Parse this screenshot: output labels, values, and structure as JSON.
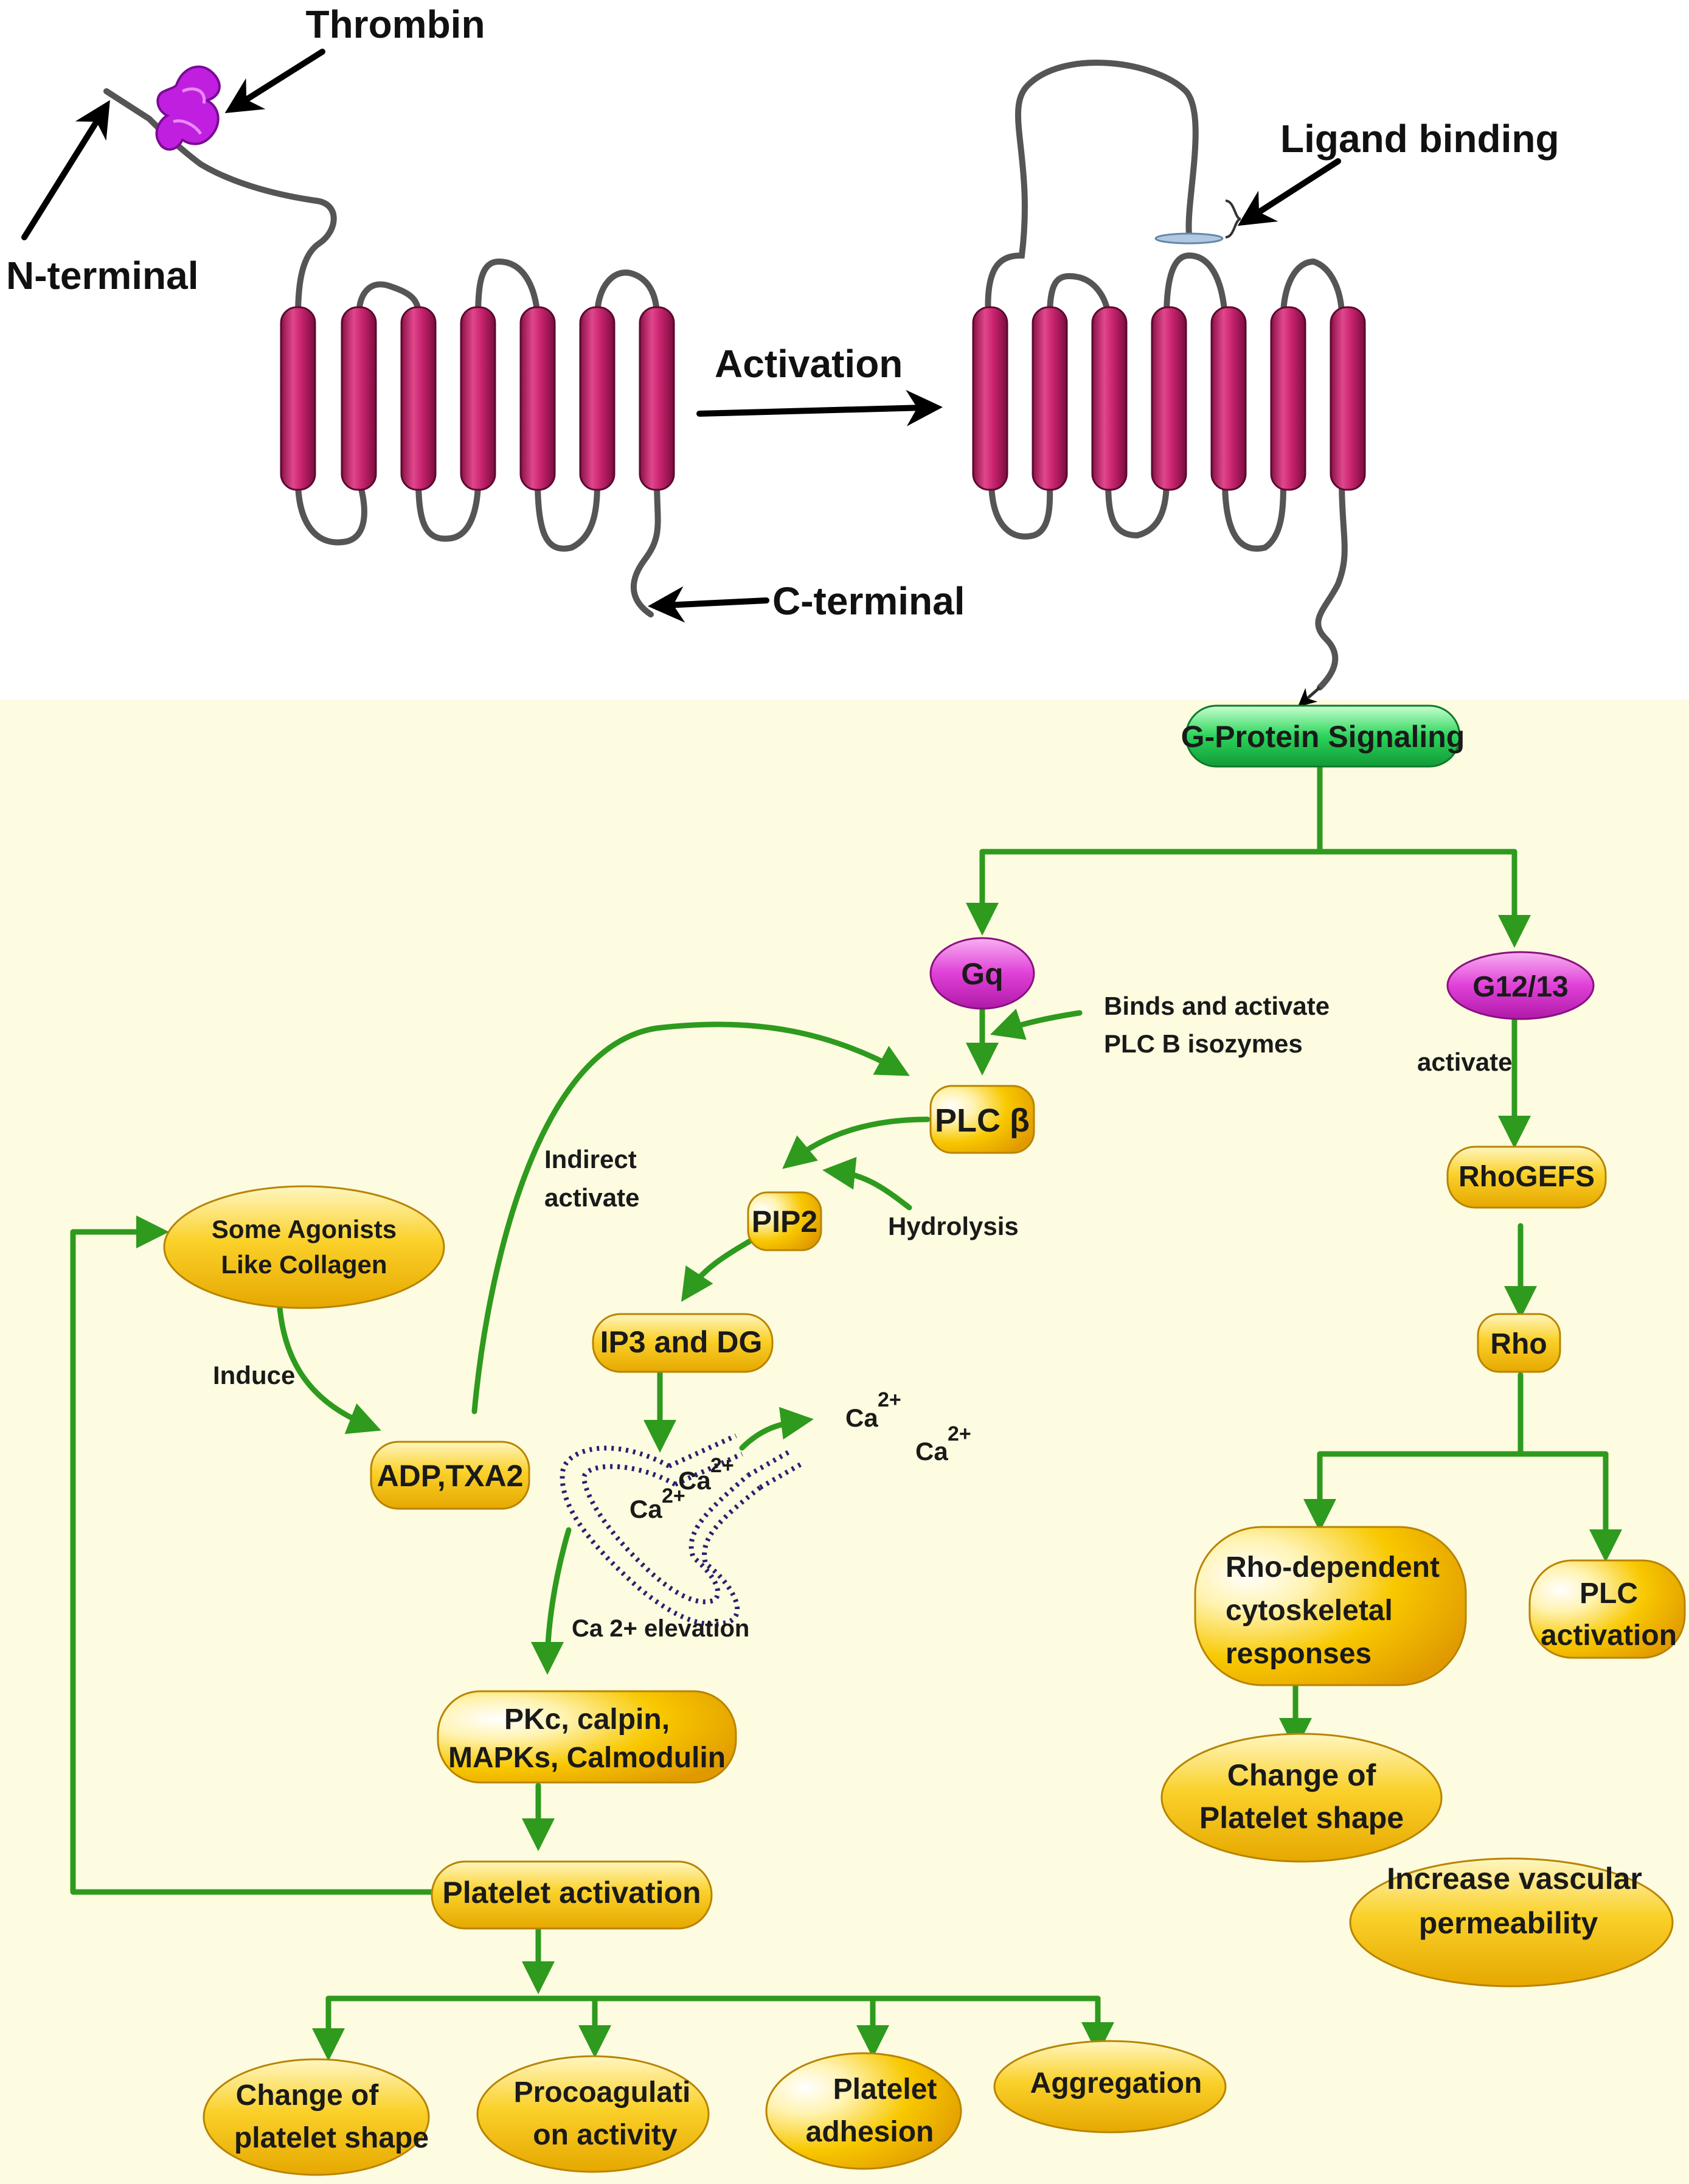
{
  "receptor": {
    "thrombin": "Thrombin",
    "n_terminal": "N-terminal",
    "c_terminal": "C-terminal",
    "activation": "Activation",
    "ligand_binding": "Ligand binding"
  },
  "pathway": {
    "g_protein": "G-Protein Signaling",
    "gq": "Gq",
    "g1213": "G12/13",
    "binds_line1": "Binds and activate",
    "binds_line2": "PLC B isozymes",
    "plc_beta": "PLC β",
    "indirect_line1": "Indirect",
    "indirect_line2": "activate",
    "pip2": "PIP2",
    "hydrolysis": "Hydrolysis",
    "ip3_dg": "IP3 and DG",
    "agonists_line1": "Some Agonists",
    "agonists_line2": "Like Collagen",
    "induce": "Induce",
    "adp_txa2": "ADP,TXA2",
    "ca": "Ca",
    "ca_sup": "2+",
    "ca_elevation": "Ca 2+ elevation",
    "pkc_line1": "PKc, calpin,",
    "pkc_line2": "MAPKs, Calmodulin",
    "platelet_activation": "Platelet activation",
    "activate": "activate",
    "rhogefs": "RhoGEFS",
    "rho": "Rho",
    "rho_dep_line1": "Rho-dependent",
    "rho_dep_line2": "cytoskeletal",
    "rho_dep_line3": "responses",
    "plc_act_line1": "PLC",
    "plc_act_line2": "activation",
    "change_right_line1": "Change of",
    "change_right_line2": "Platelet shape",
    "vasc_line1": "Increase vascular",
    "vasc_line2": "permeability",
    "out_change_line1": "Change of",
    "out_change_line2": "platelet shape",
    "out_proco_line1": "Procoagulati",
    "out_proco_line2": "on activity",
    "out_adh_line1": "Platelet",
    "out_adh_line2": "adhesion",
    "out_agg": "Aggregation"
  },
  "colors": {
    "helix": "#c8236e",
    "thrombin": "#c01fe0",
    "node_yellow": "#f7c200",
    "node_magenta": "#e040d8",
    "node_green": "#1dc84a",
    "arrow_green": "#2e9a1e",
    "panel_bg": "#fdfbe0"
  }
}
